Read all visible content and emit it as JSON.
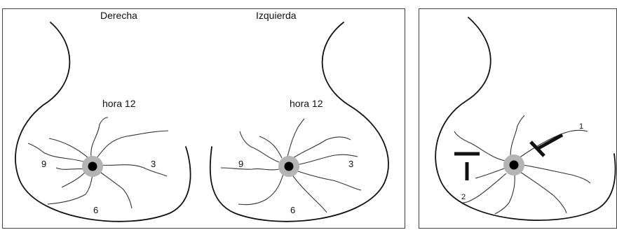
{
  "left_panel": {
    "right_breast": {
      "title": "Derecha",
      "hour_label": "hora 12",
      "pos_9": "9",
      "pos_3": "3",
      "pos_6": "6"
    },
    "left_breast": {
      "title": "Izquierda",
      "hour_label": "hora 12",
      "pos_9": "9",
      "pos_3": "3",
      "pos_6": "6"
    }
  },
  "right_panel": {
    "marker_1": "1",
    "marker_2": "2"
  }
}
